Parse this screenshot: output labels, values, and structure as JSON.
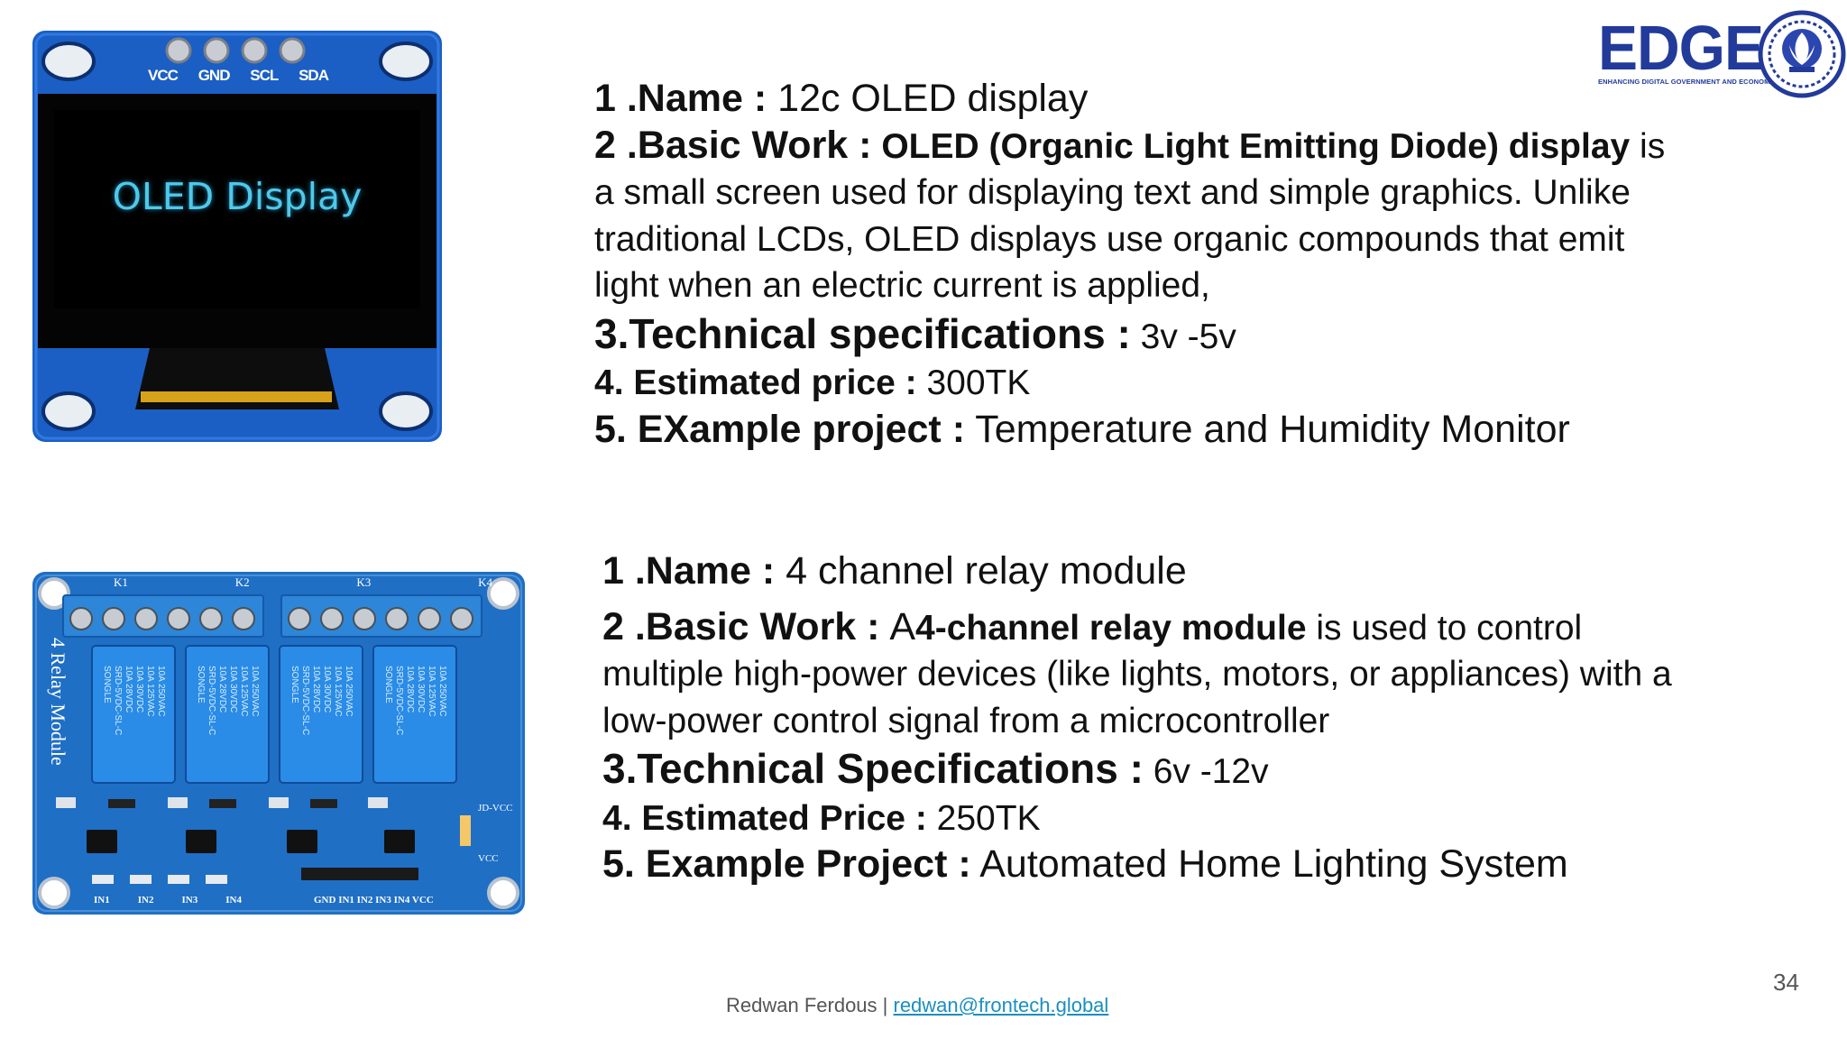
{
  "logo": {
    "edge_text": "EDGE",
    "edge_subtitle": "ENHANCING DIGITAL GOVERNMENT AND ECONOMY",
    "seal_icon": "university-seal-icon",
    "brand_color": "#223a9a"
  },
  "oled_image": {
    "pins": [
      "VCC",
      "GND",
      "SCL",
      "SDA"
    ],
    "screen_text": "OLED Display",
    "board_color": "#1b5fc4",
    "screen_text_color": "#4fc8ea"
  },
  "relay_image": {
    "relay_labels": [
      "K1",
      "K2",
      "K3",
      "K4"
    ],
    "board_title": "4 Relay Module",
    "relay_text_lines": [
      "10A 250VAC",
      "10A 125VAC",
      "10A 30VDC",
      "10A 28VDC",
      "SRD-5VDC-SL-C"
    ],
    "relay_brand": "SONGLE",
    "input_labels": [
      "IN1",
      "IN2",
      "IN3",
      "IN4"
    ],
    "header_label": "GND IN1 IN2 IN3 IN4 VCC",
    "side_labels": [
      "JD-VCC",
      "VCC"
    ]
  },
  "section1": {
    "name_label": "1 .Name :",
    "name_value": "12c OLED display",
    "work_label": "2 .Basic Work :",
    "work_bold": "OLED (Organic Light Emitting Diode) display",
    "work_line1_rest": "is",
    "work_line2": "a small screen used for displaying text and simple graphics. Unlike",
    "work_line3": "traditional LCDs, OLED displays use organic compounds that emit",
    "work_line4": "light when an electric current is applied,",
    "spec_label": "3.Technical specifications :",
    "spec_value": "3v -5v",
    "price_label": "4. Estimated price :",
    "price_value": "300TK",
    "project_label": "5. EXample project :",
    "project_value": "Temperature and Humidity Monitor"
  },
  "section2": {
    "name_label": "1 .Name :",
    "name_value": "4 channel relay module",
    "work_label": "2 .Basic Work :",
    "work_pre": "A",
    "work_bold": "4-channel relay module",
    "work_line1_rest": "is used to control",
    "work_line2": "multiple high-power devices (like lights, motors, or appliances) with a",
    "work_line3": "low-power control signal from a microcontroller",
    "spec_label": "3.Technical Specifications :",
    "spec_value": "6v -12v",
    "price_label": "4. Estimated Price :",
    "price_value": "250TK",
    "project_label": "5. Example Project :",
    "project_value": "Automated Home Lighting System"
  },
  "footer": {
    "author": "Redwan Ferdous |",
    "email": "redwan@frontech.global"
  },
  "page_number": "34"
}
